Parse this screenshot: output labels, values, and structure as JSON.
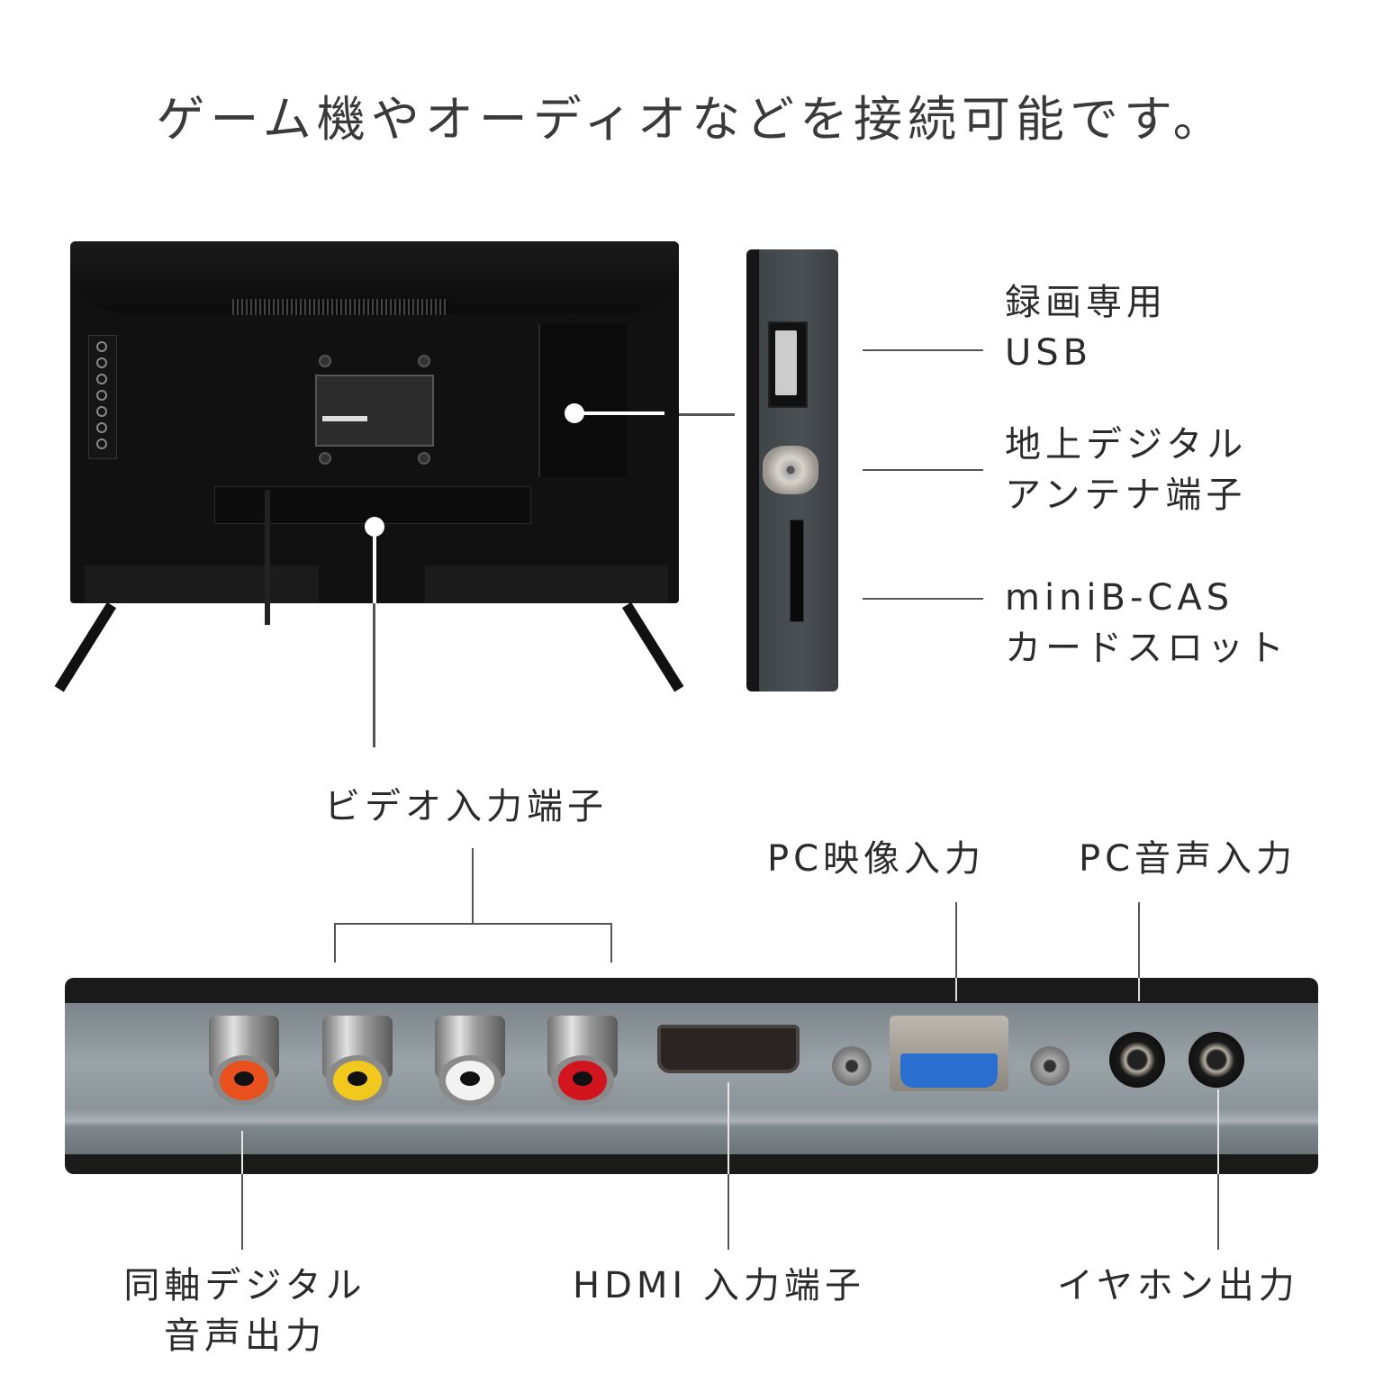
{
  "header": {
    "title": "ゲーム機やオーディオなどを接続可能です。"
  },
  "side_connectors": {
    "usb": {
      "line1": "録画専用",
      "line2": "USB"
    },
    "antenna": {
      "line1": "地上デジタル",
      "line2": "アンテナ端子"
    },
    "bcas": {
      "line1": "miniB-CAS",
      "line2": "カードスロット"
    }
  },
  "rear_connectors": {
    "video_input": "ビデオ入力端子",
    "pc_video_input": "PC映像入力",
    "pc_audio_input": "PC音声入力",
    "coaxial": {
      "line1": "同軸デジタル",
      "line2": "音声出力"
    },
    "hdmi_input": "HDMI 入力端子",
    "earphone_output": "イヤホン出力"
  },
  "colors": {
    "rca_coaxial": "#e8501e",
    "rca_video": "#f0c81e",
    "rca_audio_left": "#f2f2f2",
    "rca_audio_right": "#d2141e",
    "vga_blue": "#2a6fd0",
    "label_text": "#2b2b2b",
    "leader_line": "#555555"
  },
  "icons": {
    "usb_port": "usb-port-icon",
    "antenna_port": "coax-antenna-icon",
    "card_slot": "card-slot-icon",
    "rca_jack": "rca-jack-icon",
    "hdmi_port": "hdmi-port-icon",
    "vga_port": "vga-port-icon",
    "audio_jack": "audio-jack-icon"
  }
}
